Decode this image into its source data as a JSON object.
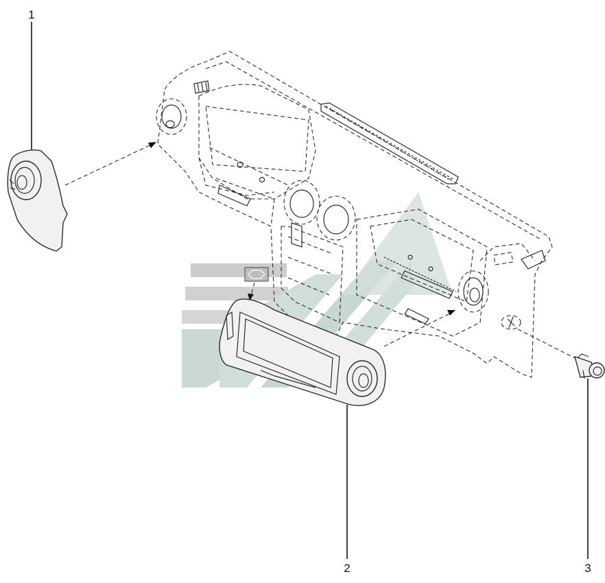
{
  "diagram": {
    "type": "exploded-parts-view",
    "callouts": [
      {
        "id": "1",
        "label": "1"
      },
      {
        "id": "2",
        "label": "2"
      },
      {
        "id": "3",
        "label": "3"
      }
    ],
    "colors": {
      "line": "#2a2a2a",
      "part_fill": "#f1f1f1",
      "watermark_gray": "#bdbdbd",
      "watermark_teal": "#b9cdc9"
    }
  }
}
